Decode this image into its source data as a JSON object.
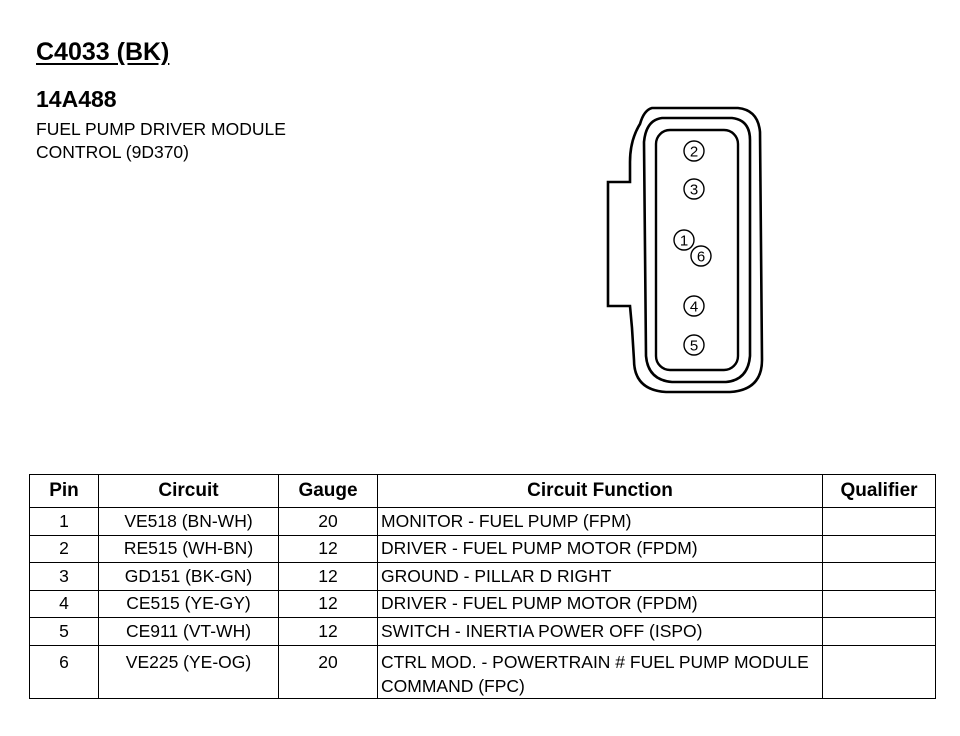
{
  "connector": {
    "id": "C4033 (BK)",
    "part_number": "14A488",
    "description_lines": [
      "FUEL PUMP DRIVER MODULE",
      "CONTROL (9D370)"
    ],
    "pin_labels": [
      "2",
      "3",
      "1",
      "6",
      "4",
      "5"
    ]
  },
  "table": {
    "headers": [
      "Pin",
      "Circuit",
      "Gauge",
      "Circuit Function",
      "Qualifier"
    ],
    "rows": [
      {
        "pin": "1",
        "circuit": "VE518 (BN-WH)",
        "gauge": "20",
        "function": "MONITOR - FUEL PUMP (FPM)",
        "qualifier": ""
      },
      {
        "pin": "2",
        "circuit": "RE515 (WH-BN)",
        "gauge": "12",
        "function": "DRIVER - FUEL PUMP MOTOR (FPDM)",
        "qualifier": ""
      },
      {
        "pin": "3",
        "circuit": "GD151 (BK-GN)",
        "gauge": "12",
        "function": "GROUND - PILLAR D RIGHT",
        "qualifier": ""
      },
      {
        "pin": "4",
        "circuit": "CE515 (YE-GY)",
        "gauge": "12",
        "function": "DRIVER - FUEL PUMP MOTOR (FPDM)",
        "qualifier": ""
      },
      {
        "pin": "5",
        "circuit": "CE911 (VT-WH)",
        "gauge": "12",
        "function": "SWITCH - INERTIA POWER OFF (ISPO)",
        "qualifier": ""
      },
      {
        "pin": "6",
        "circuit": "VE225 (YE-OG)",
        "gauge": "20",
        "function": "CTRL MOD. - POWERTRAIN # FUEL PUMP MODULE COMMAND (FPC)",
        "qualifier": ""
      }
    ]
  }
}
